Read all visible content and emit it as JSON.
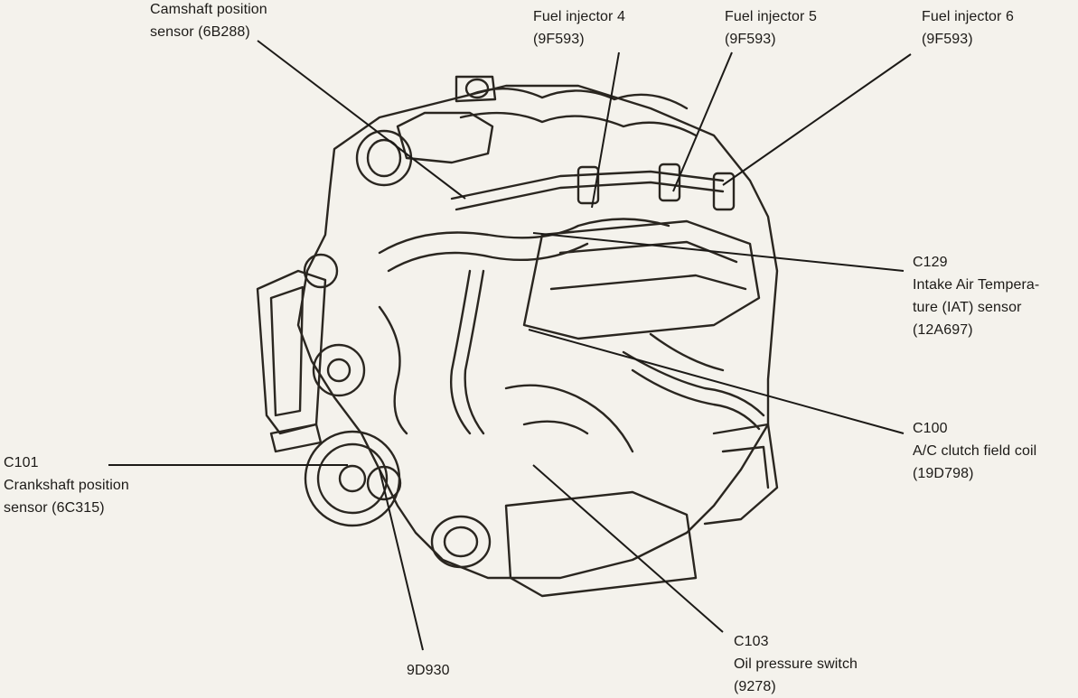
{
  "labels": {
    "camshaft": {
      "line1": "Camshaft position",
      "line2": "sensor (6B288)"
    },
    "inj4": {
      "line1": "Fuel injector 4",
      "line2": "(9F593)"
    },
    "inj5": {
      "line1": "Fuel injector 5",
      "line2": "(9F593)"
    },
    "inj6": {
      "line1": "Fuel injector 6",
      "line2": "(9F593)"
    },
    "c129": {
      "line1": "C129",
      "line2": "Intake Air Tempera-",
      "line3": "ture (IAT) sensor",
      "line4": "(12A697)"
    },
    "c100": {
      "line1": "C100",
      "line2": "A/C clutch field coil",
      "line3": "(19D798)"
    },
    "c101": {
      "line1": "C101",
      "line2": "Crankshaft position",
      "line3": "sensor (6C315)"
    },
    "part9d930": {
      "line1": "9D930"
    },
    "c103": {
      "line1": "C103",
      "line2": "Oil pressure switch",
      "line3": "(9278)"
    }
  }
}
